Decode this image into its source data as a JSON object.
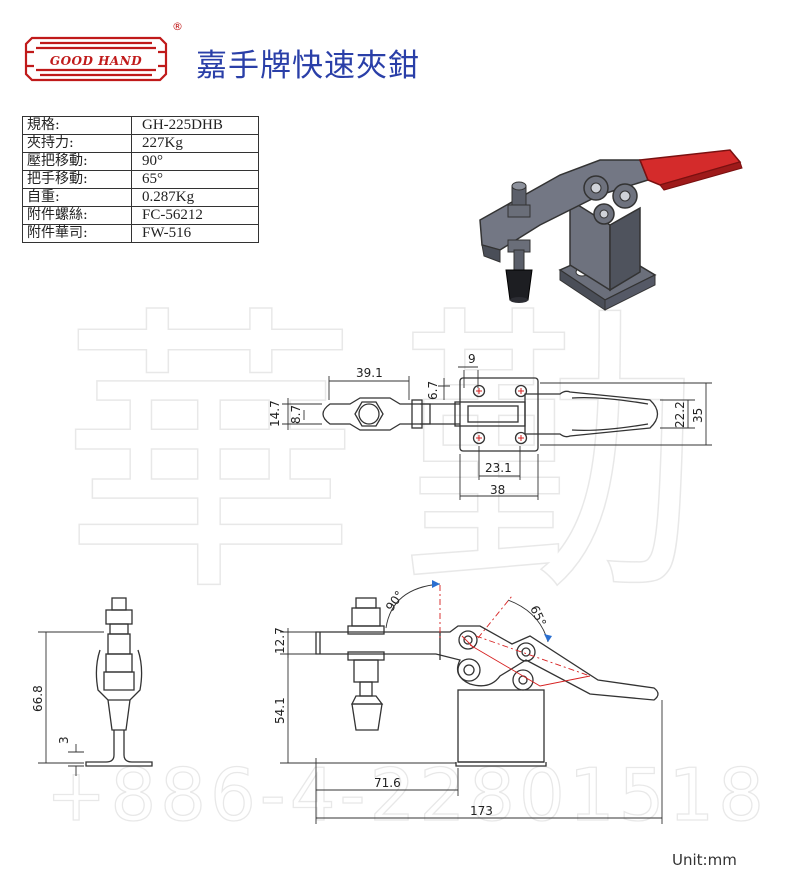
{
  "brand": {
    "logo_text": "GOOD HAND",
    "registered_mark": "®"
  },
  "title": "嘉手牌快速夾鉗",
  "specs": [
    {
      "label": "規格:",
      "value": "GH-225DHB"
    },
    {
      "label": "夾持力:",
      "value": "227Kg"
    },
    {
      "label": "壓把移動:",
      "value": "90°"
    },
    {
      "label": "把手移動:",
      "value": "65°"
    },
    {
      "label": "自重:",
      "value": "0.287Kg"
    },
    {
      "label": "附件螺絲:",
      "value": "FC-56212"
    },
    {
      "label": "附件華司:",
      "value": "FW-516"
    }
  ],
  "watermark": {
    "chars": "華勤",
    "phone": "+886-4-22801518"
  },
  "dims_top": {
    "d39_1": "39.1",
    "d9": "9",
    "d6_7": "6.7",
    "d14_7": "14.7",
    "d8_7": "8.7",
    "d22_2": "22.2",
    "d35": "35",
    "d23_1": "23.1",
    "d38": "38"
  },
  "dims_side": {
    "d66_8": "66.8",
    "d3": "3"
  },
  "dims_front": {
    "a90": "90°",
    "a65": "65°",
    "d12_7": "12.7",
    "d54_1": "54.1",
    "d71_6": "71.6",
    "d173": "173"
  },
  "unit_label": "Unit:mm",
  "colors": {
    "title": "#2a3fa8",
    "brand_red": "#c01a1a",
    "handle_red": "#d42b2b",
    "body_gray": "#5a5e6a"
  }
}
